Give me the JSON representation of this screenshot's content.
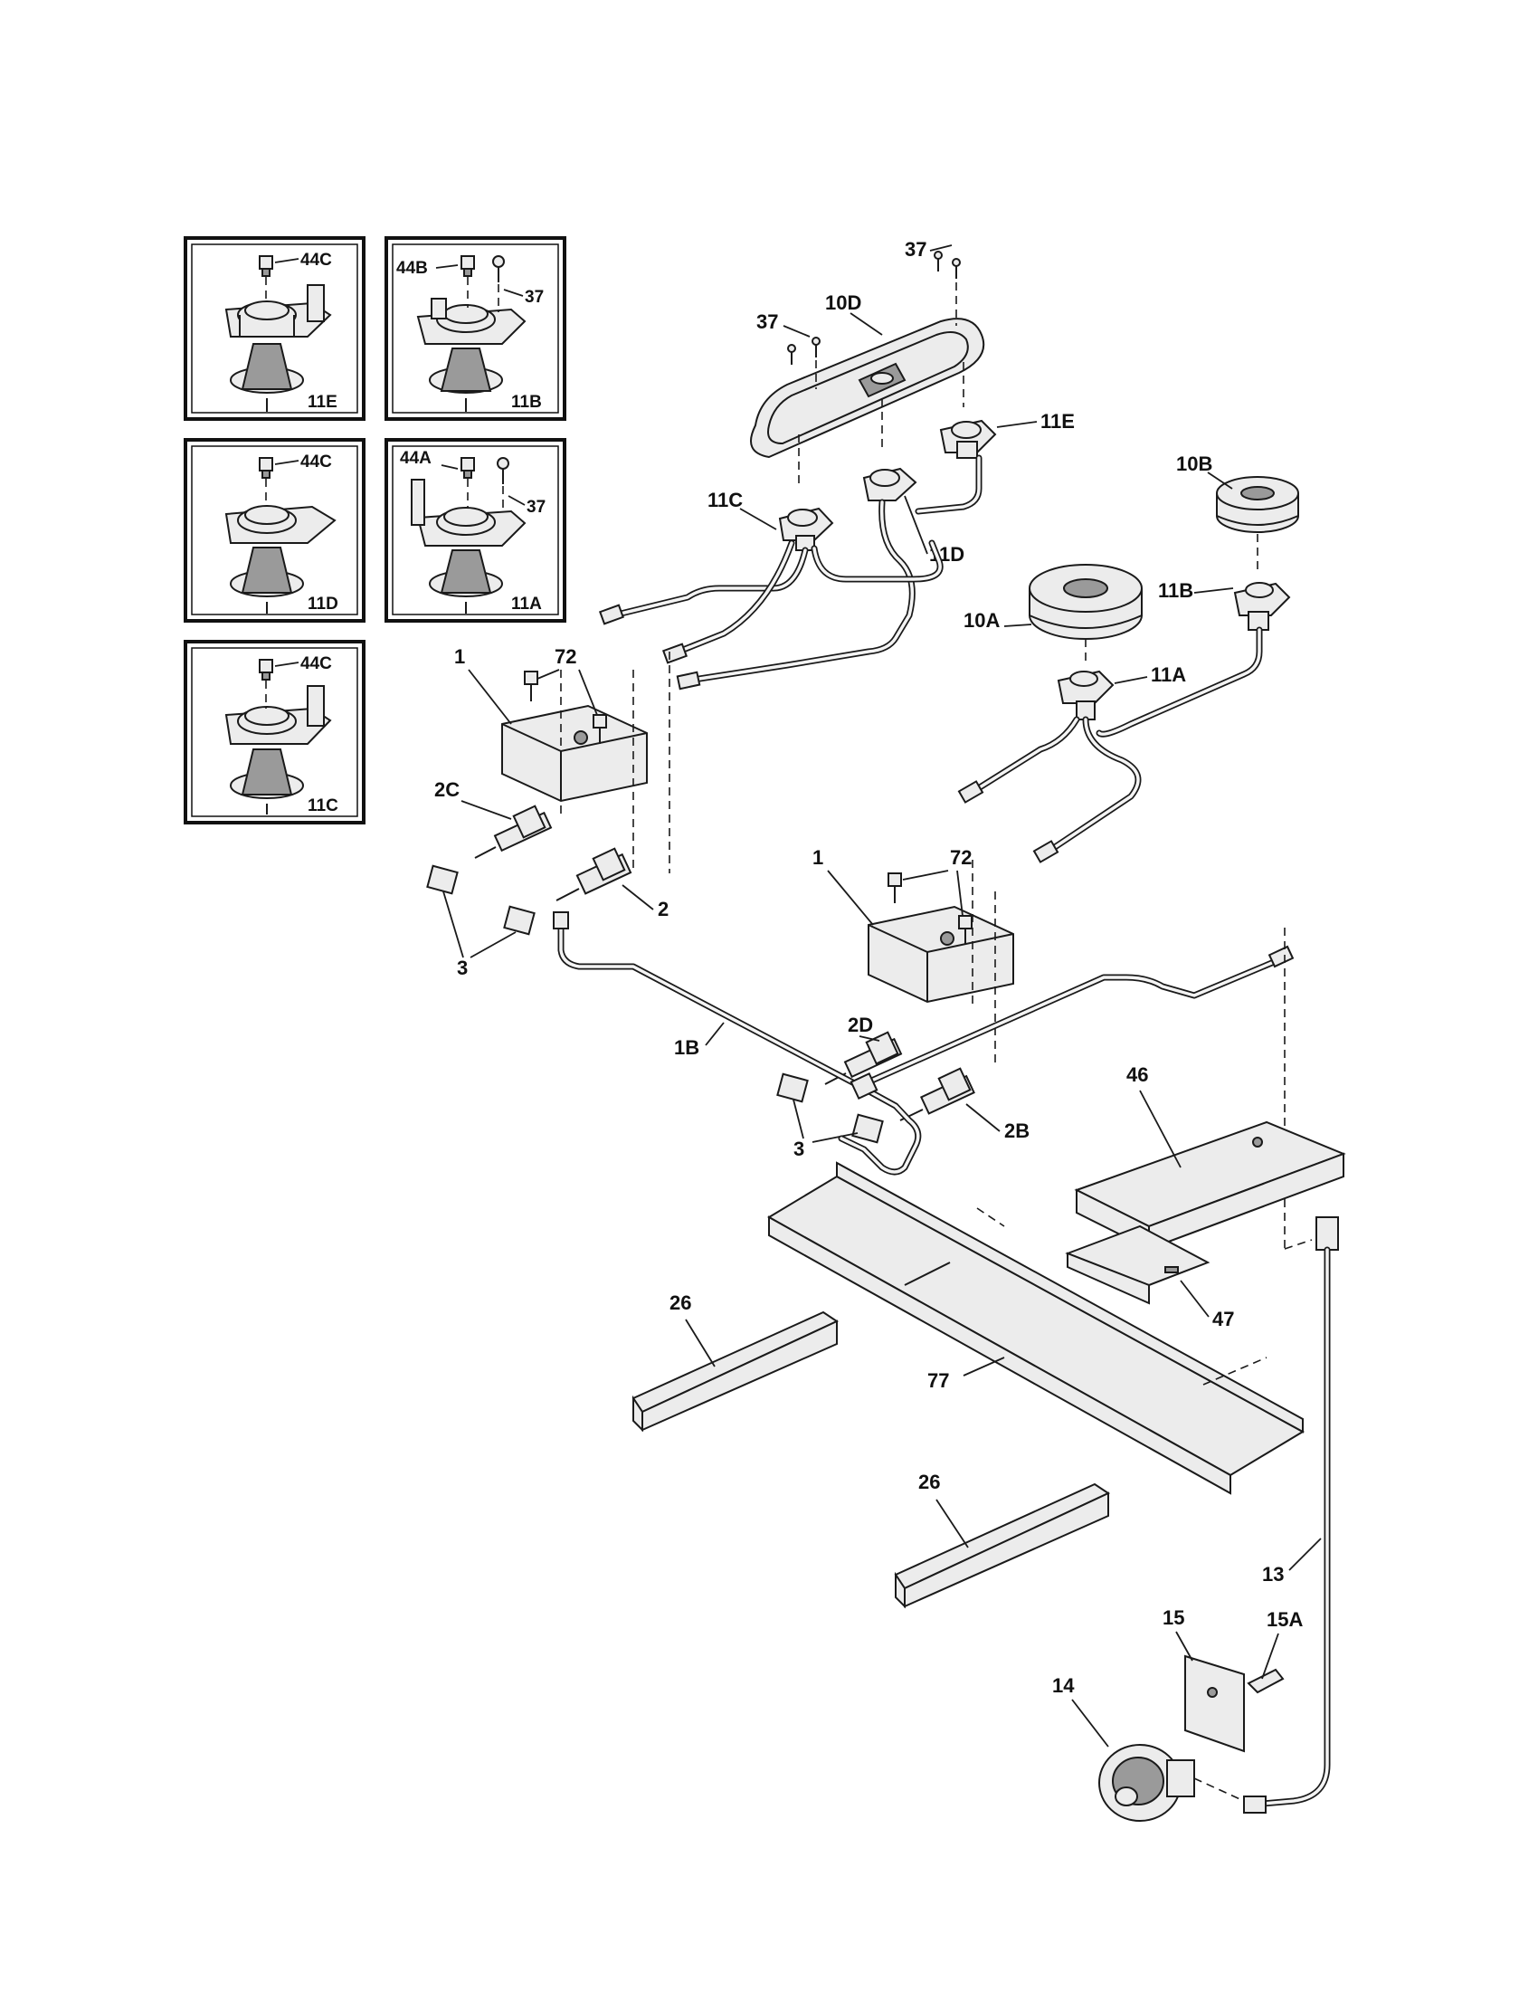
{
  "insets": [
    {
      "id": "11E",
      "screw": "44C"
    },
    {
      "id": "11B",
      "screw": "44B",
      "extra": "37"
    },
    {
      "id": "11D",
      "screw": "44C"
    },
    {
      "id": "11A",
      "screw": "44A",
      "extra": "37"
    },
    {
      "id": "11C",
      "screw": "44C"
    }
  ],
  "labels": {
    "l37a": "37",
    "l37b": "37",
    "l10d": "10D",
    "l11e": "11E",
    "l10b": "10B",
    "l11c": "11C",
    "l11d": "11D",
    "l11b": "11B",
    "l10a": "10A",
    "l11a": "11A",
    "l1a": "1",
    "l72a": "72",
    "l2c": "2C",
    "l2": "2",
    "l3a": "3",
    "l1b": "1",
    "l72b": "72",
    "l2d": "2D",
    "l1B": "1B",
    "l2b": "2B",
    "l3b": "3",
    "l46": "46",
    "l47": "47",
    "l26a": "26",
    "l77": "77",
    "l26b": "26",
    "l13": "13",
    "l15": "15",
    "l15a": "15A",
    "l14": "14"
  }
}
